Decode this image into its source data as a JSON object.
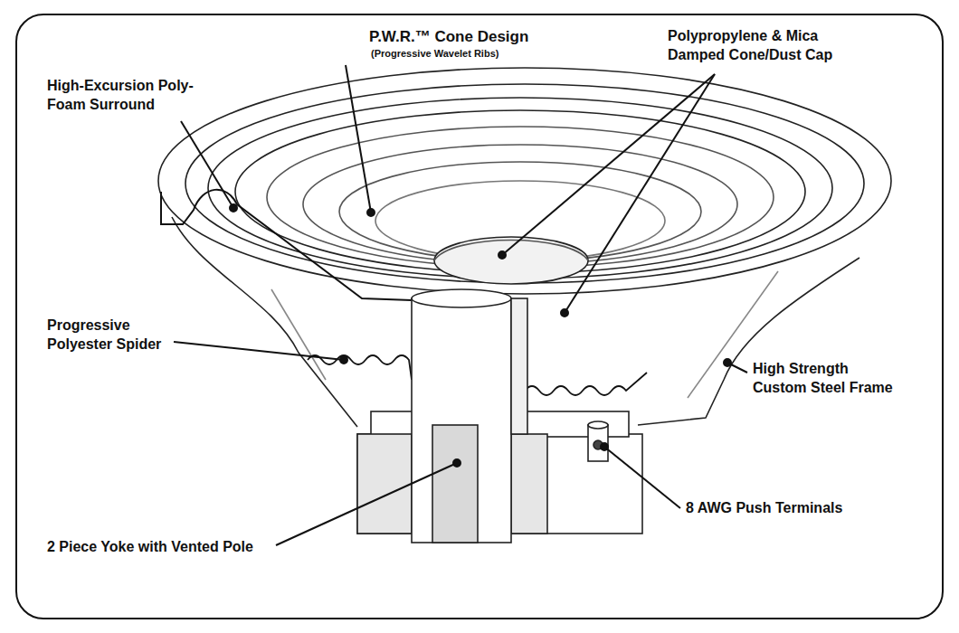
{
  "diagram": {
    "labels": [
      "P.W.R.™ Cone Design",
      "(Progressive Wavelet Ribs)",
      "Polypropylene & Mica Damped Cone/Dust Cap",
      "High-Excursion Poly-Foam Surround",
      "Progressive Polyester Spider",
      "High Strength Custom Steel Frame",
      "8 AWG Push Terminals",
      "2 Piece Yoke with Vented Pole"
    ]
  }
}
